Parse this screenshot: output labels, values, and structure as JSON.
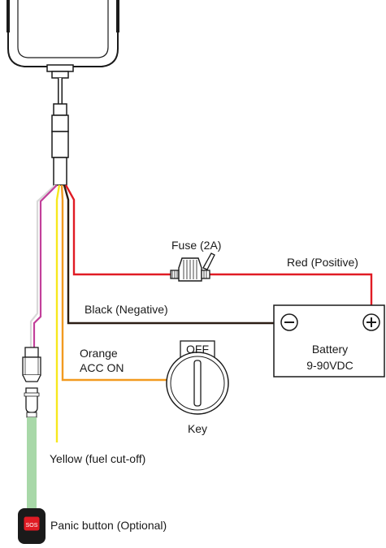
{
  "labels": {
    "fuse": "Fuse (2A)",
    "red": "Red (Positive)",
    "black": "Black (Negative)",
    "battery_title": "Battery",
    "battery_voltage": "9-90VDC",
    "key_state": "OFF",
    "orange_line1": "Orange",
    "orange_line2": "ACC ON",
    "key": "Key",
    "yellow": "Yellow (fuel cut-off)",
    "panic": "Panic button (Optional)",
    "sos": "SOS",
    "battery_minus": "−",
    "battery_plus": "+"
  },
  "colors": {
    "red_wire": "#e01b24",
    "black_wire": "#2b1d14",
    "orange_wire": "#f29a1f",
    "yellow_wire": "#f7e81d",
    "pink_wire": "#c2409a",
    "white_wire": "#d8d8d8",
    "panic_cable": "#a8d8a8"
  }
}
